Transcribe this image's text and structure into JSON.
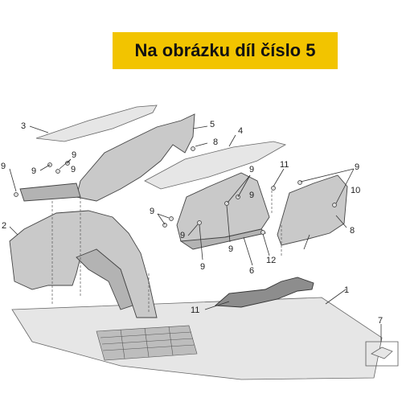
{
  "banner": {
    "text": "Na obrázku díl číslo 5",
    "color": "#f2c400"
  },
  "callouts": [
    "1",
    "2",
    "3",
    "4",
    "5",
    "6",
    "7",
    "8",
    "8",
    "9",
    "9",
    "9",
    "9",
    "9",
    "9",
    "9",
    "9",
    "9",
    "9",
    "9",
    "10",
    "11",
    "11",
    "12"
  ]
}
